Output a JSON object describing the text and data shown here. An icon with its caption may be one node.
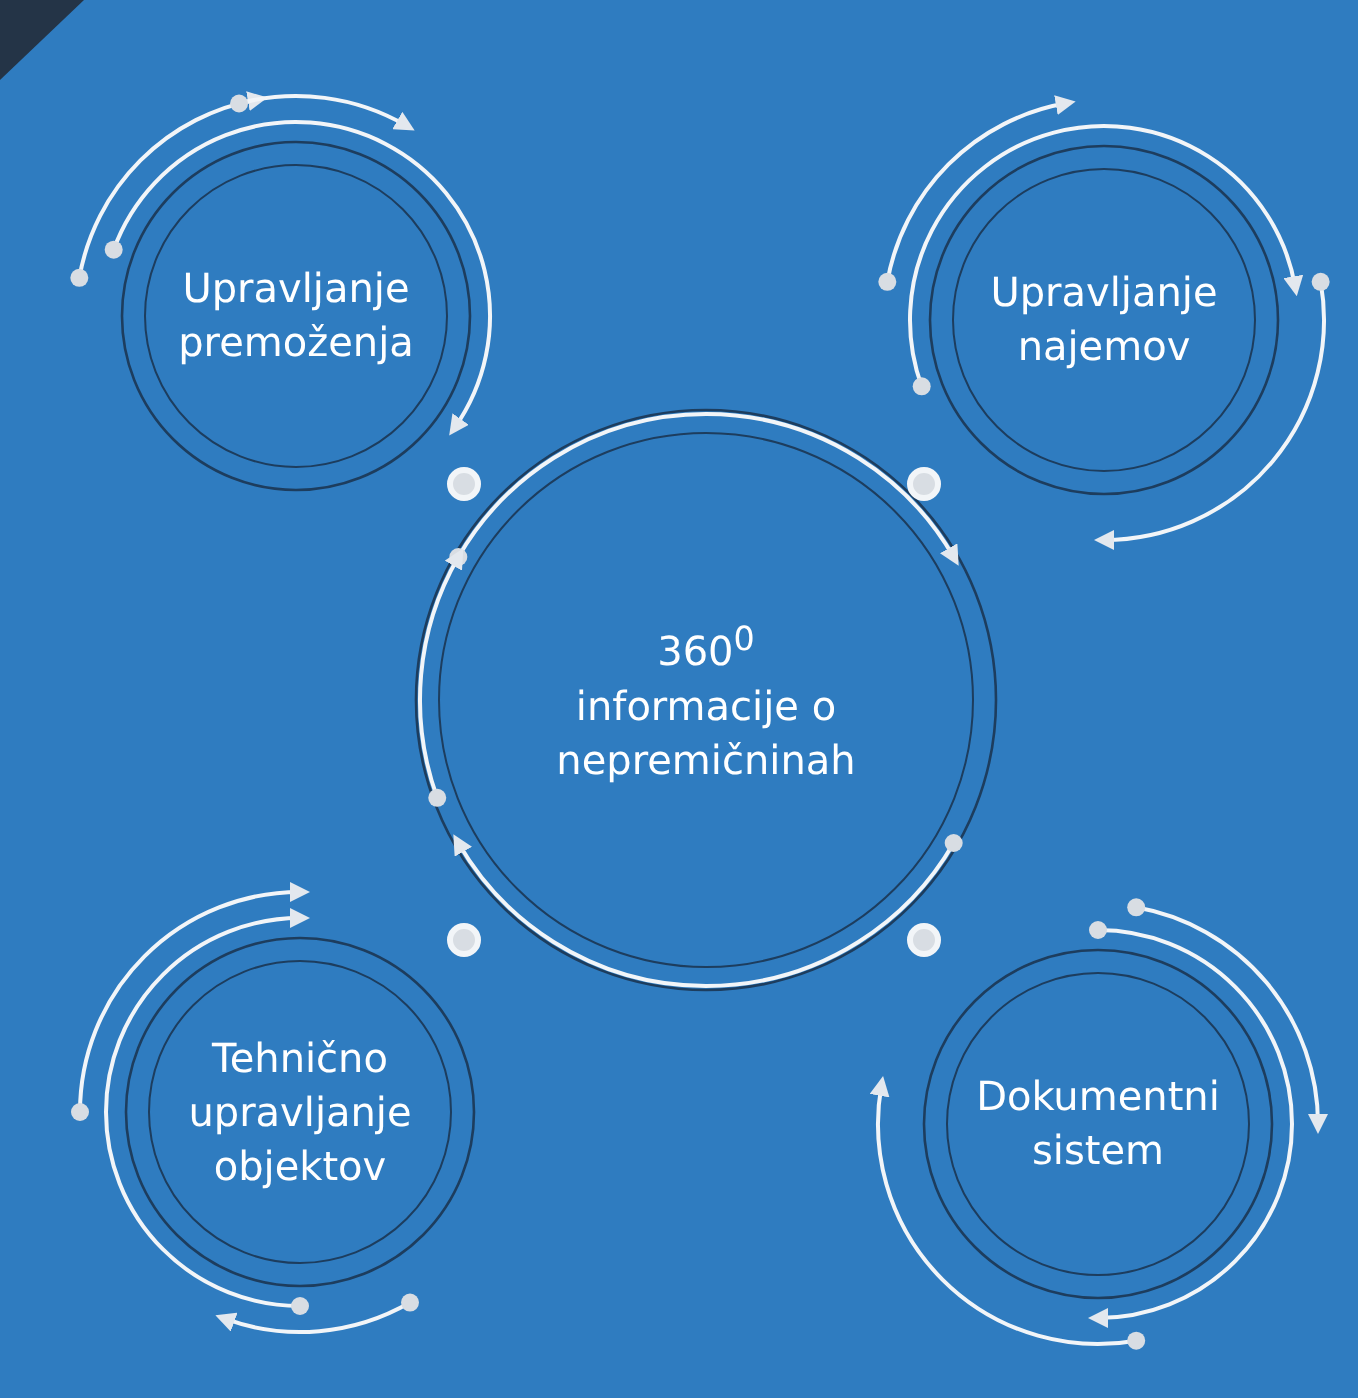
{
  "diagram": {
    "nodes": [
      {
        "text": [
          "Upravljanje premoženja"
        ]
      },
      {
        "text": [
          "Upravljanje najemov"
        ]
      },
      {
        "text": [
          "360$^{0}$",
          "informacije o nepremičninah"
        ]
      },
      {
        "text": [
          "Tehnično upravljanje objektov"
        ]
      },
      {
        "text": [
          "Dokumentni sistem"
        ]
      }
    ]
  }
}
